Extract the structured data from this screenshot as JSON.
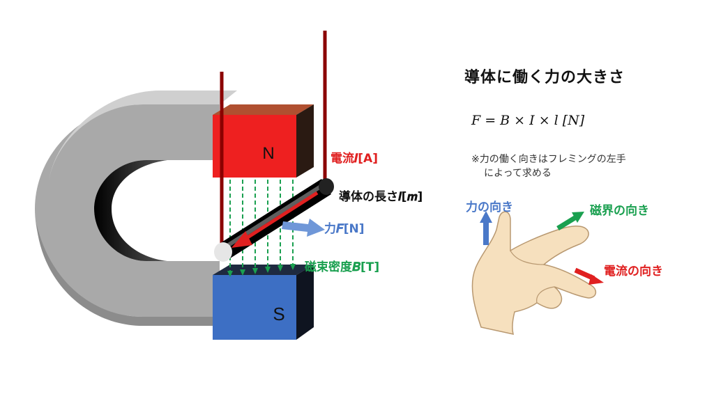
{
  "title": "導体に働く力の大きさ",
  "formula": "F = B × I × l [N]",
  "note": {
    "line1": "※力の働く向きはフレミングの左手",
    "line2": "によって求める"
  },
  "magnet": {
    "north": "N",
    "south": "S"
  },
  "labels": {
    "current": "電流𝑰[A]",
    "conductor_length": "導体の長さ𝒍[𝒎]",
    "force": "力𝑭[N]",
    "flux_density": "磁束密度𝑩[T]"
  },
  "hand": {
    "force_dir": "力の向き",
    "field_dir": "磁界の向き",
    "current_dir": "電流の向き"
  },
  "colors": {
    "north": "#ee2020",
    "south": "#3d6fc4",
    "current": "#e02020",
    "force": "#4a78c8",
    "field": "#1aa050",
    "wire": "#8b0000",
    "skin": "#f6e0be"
  }
}
